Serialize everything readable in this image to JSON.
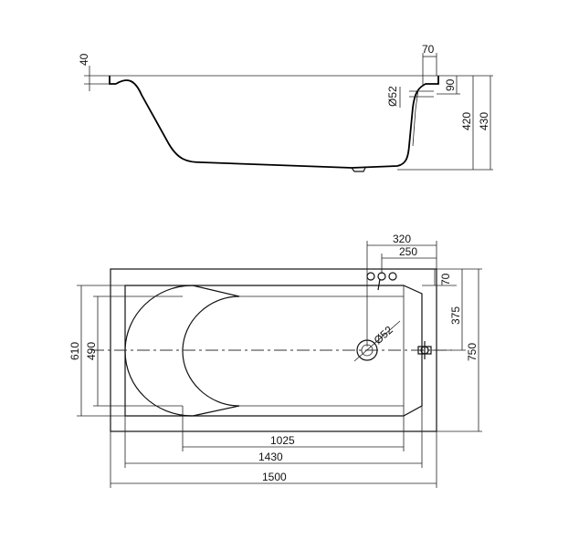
{
  "side_view": {
    "rim_height": "40",
    "overflow_offset": "70",
    "overflow_drop": "90",
    "overflow_diameter": "Ø52",
    "inner_depth": "420",
    "total_height": "430"
  },
  "top_view": {
    "tap_offset": "320",
    "tap_width": "250",
    "tap_depth": "70",
    "drain_offset": "375",
    "total_width": "750",
    "inner_width": "610",
    "bottom_width": "490",
    "drain_diameter": "Ø52",
    "bottom_length": "1025",
    "inner_length": "1430",
    "total_length": "1500"
  }
}
